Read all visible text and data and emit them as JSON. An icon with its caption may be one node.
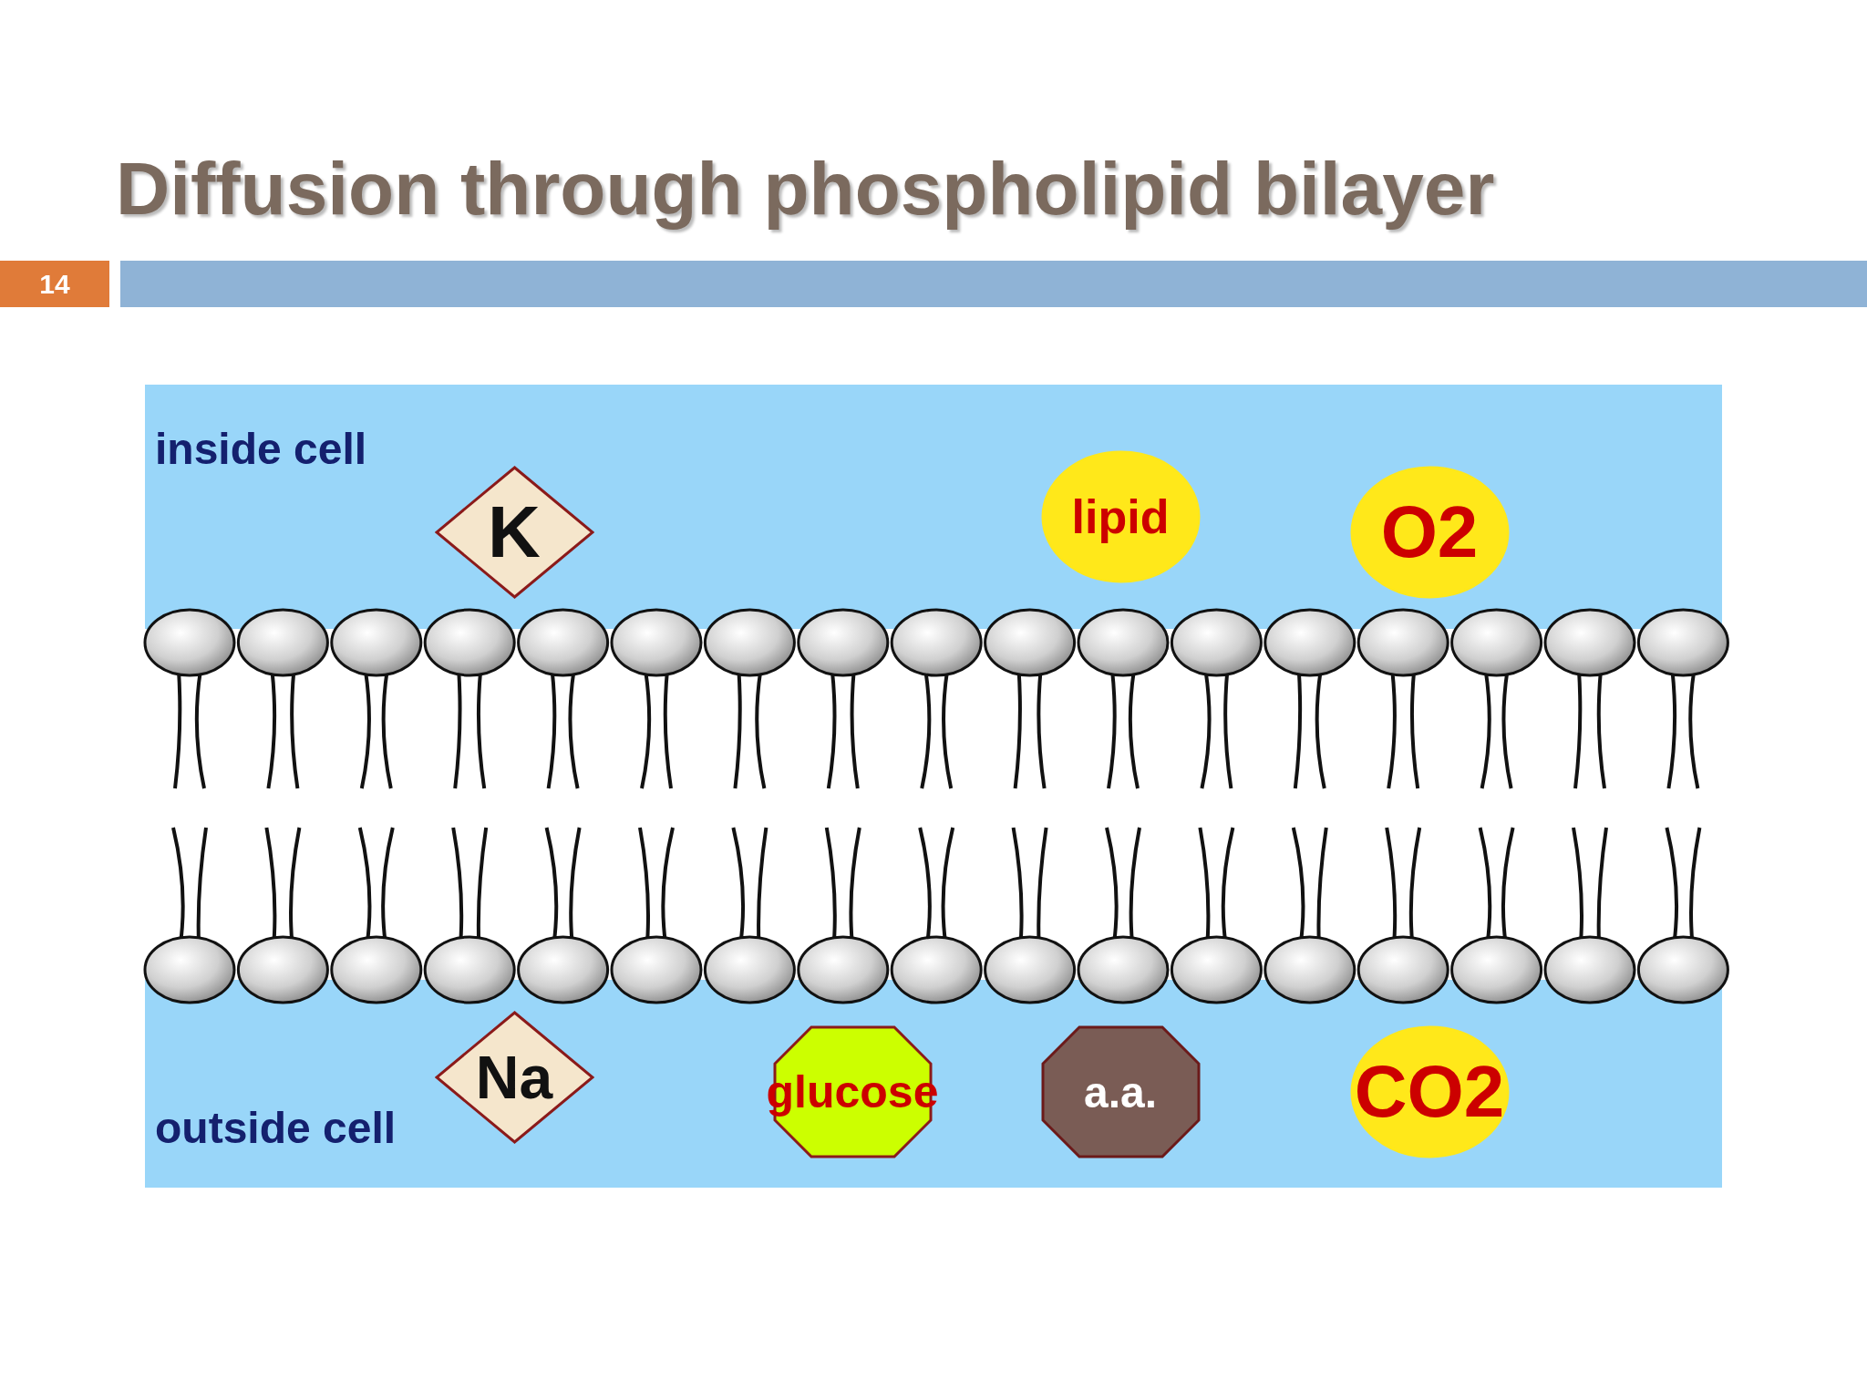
{
  "diagram": {
    "title": "Diffusion through phospholipid bilayer",
    "nodes": [
      {
        "text": [
          "K"
        ]
      },
      {
        "text": [
          "lipid"
        ]
      },
      {
        "text": [
          "O2"
        ]
      },
      {
        "text": [
          "Na"
        ]
      },
      {
        "text": [
          "glucose"
        ]
      },
      {
        "text": [
          "a.a."
        ]
      },
      {
        "text": [
          "CO2"
        ]
      }
    ],
    "labels": [
      "14",
      "inside cell",
      "outside cell"
    ]
  }
}
